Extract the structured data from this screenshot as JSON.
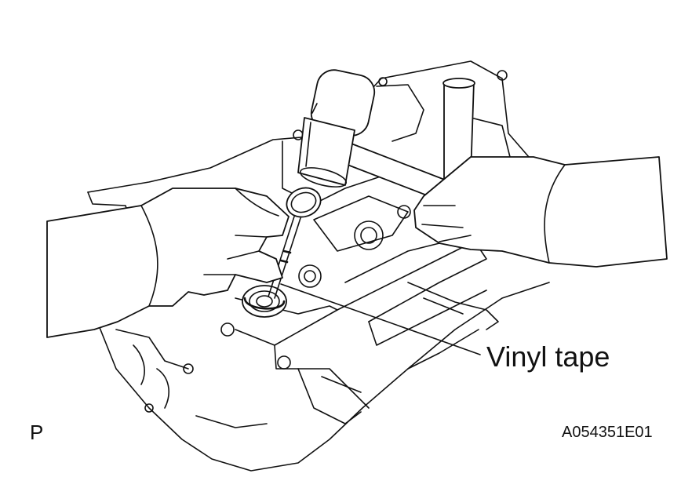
{
  "figure": {
    "callout_label": "Vinyl tape",
    "corner_mark": "P",
    "figure_code": "A054351E01"
  }
}
